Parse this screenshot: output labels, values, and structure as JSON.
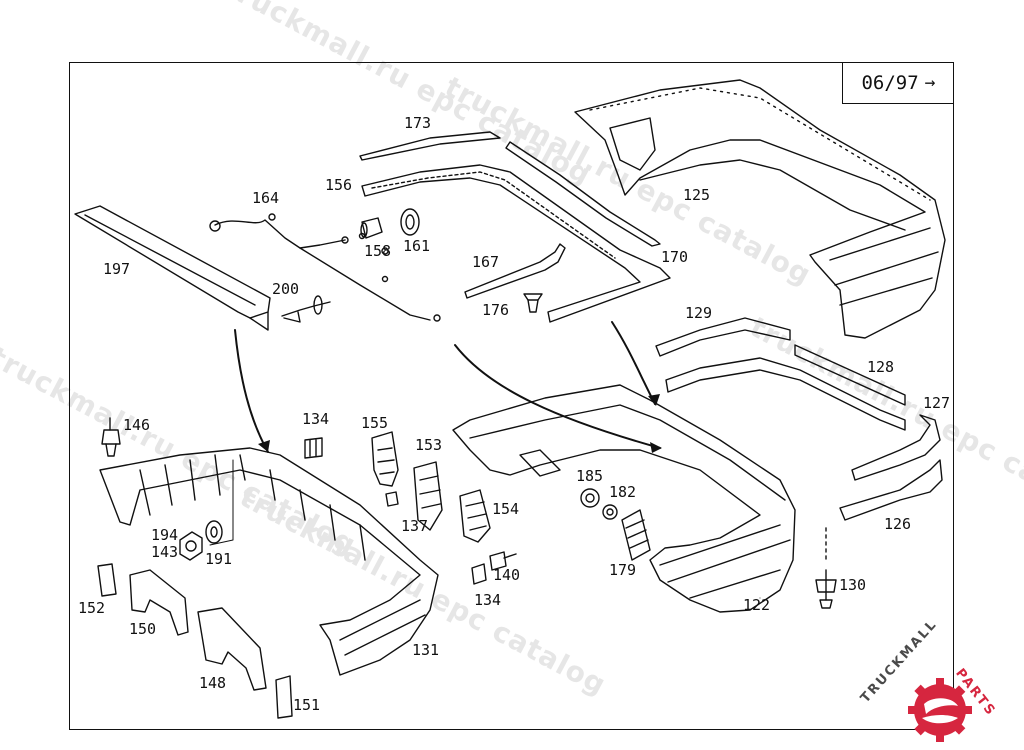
{
  "diagram": {
    "date_code": "06/97",
    "date_arrow": "→",
    "callouts": [
      {
        "id": "c173",
        "text": "173"
      },
      {
        "id": "c156",
        "text": "156"
      },
      {
        "id": "c125",
        "text": "125"
      },
      {
        "id": "c164",
        "text": "164"
      },
      {
        "id": "c158",
        "text": "158"
      },
      {
        "id": "c161",
        "text": "161"
      },
      {
        "id": "c197",
        "text": "197"
      },
      {
        "id": "c200",
        "text": "200"
      },
      {
        "id": "c167",
        "text": "167"
      },
      {
        "id": "c170",
        "text": "170"
      },
      {
        "id": "c176",
        "text": "176"
      },
      {
        "id": "c129",
        "text": "129"
      },
      {
        "id": "c128",
        "text": "128"
      },
      {
        "id": "c127",
        "text": "127"
      },
      {
        "id": "c146",
        "text": "146"
      },
      {
        "id": "c134a",
        "text": "134"
      },
      {
        "id": "c155",
        "text": "155"
      },
      {
        "id": "c153",
        "text": "153"
      },
      {
        "id": "c137",
        "text": "137"
      },
      {
        "id": "c154",
        "text": "154"
      },
      {
        "id": "c185",
        "text": "185"
      },
      {
        "id": "c182",
        "text": "182"
      },
      {
        "id": "c179",
        "text": "179"
      },
      {
        "id": "c126",
        "text": "126"
      },
      {
        "id": "c194",
        "text": "194"
      },
      {
        "id": "c143",
        "text": "143"
      },
      {
        "id": "c191",
        "text": "191"
      },
      {
        "id": "c140",
        "text": "140"
      },
      {
        "id": "c134b",
        "text": "134"
      },
      {
        "id": "c130",
        "text": "130"
      },
      {
        "id": "c122",
        "text": "122"
      },
      {
        "id": "c152",
        "text": "152"
      },
      {
        "id": "c150",
        "text": "150"
      },
      {
        "id": "c148",
        "text": "148"
      },
      {
        "id": "c131",
        "text": "131"
      },
      {
        "id": "c151",
        "text": "151"
      }
    ]
  },
  "watermarks": [
    "truckmall.ru epc catalog",
    "truckmall.ru epc catalog",
    "truckmall.ru epc catalog",
    "truckmall.ru epc catalog",
    "truckmall.ru epc catalog"
  ],
  "logo": {
    "text_dark": "TRUCKMALL",
    "text_accent": "PARTS",
    "accent_color": "#d6263f"
  }
}
